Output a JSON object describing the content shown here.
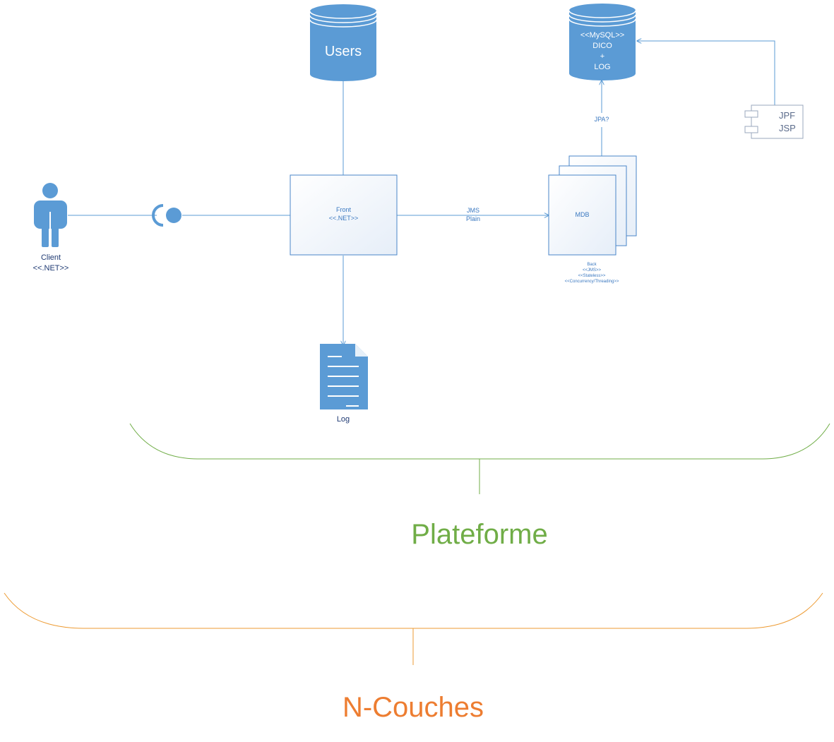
{
  "colors": {
    "shape_blue": "#5b9bd5",
    "line_blue": "#5b9bd5",
    "box_border": "#4a86c8",
    "plateforme_green": "#70ad47",
    "ncouches_orange": "#ed7d31"
  },
  "nodes": {
    "users_db": {
      "label": "Users",
      "icon": "database-cylinder-icon"
    },
    "mysql_db": {
      "line1": "<<MySQL>>",
      "line2": "DICO",
      "line3": "+",
      "line4": "LOG",
      "icon": "database-cylinder-icon"
    },
    "jpf_component": {
      "line1": "JPF",
      "line2": "JSP",
      "icon": "uml-component-icon"
    },
    "client": {
      "line1": "Client",
      "line2": "<<.NET>>",
      "icon": "actor-person-icon"
    },
    "interface": {
      "icon": "provided-required-interface-icon"
    },
    "front": {
      "line1": "Front",
      "line2": "<<.NET>>"
    },
    "mdb": {
      "label": "MDB"
    },
    "back": {
      "line1": "Back",
      "line2": "<<JMS>>",
      "line3": "<<Stateless>>",
      "line4": "<<Concurrency/Threading>>"
    },
    "log_doc": {
      "label": "Log",
      "icon": "document-icon"
    }
  },
  "edges": {
    "front_to_mdb": {
      "line1": "JMS",
      "line2": "Plain"
    },
    "mdb_to_mysql": {
      "label": "JPA?"
    }
  },
  "groups": {
    "plateforme": {
      "label": "Plateforme"
    },
    "ncouches": {
      "label": "N-Couches"
    }
  }
}
